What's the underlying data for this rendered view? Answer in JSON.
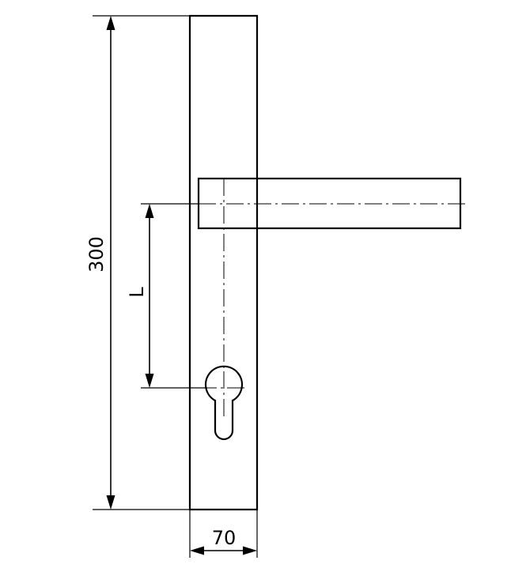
{
  "dimensions": {
    "height": "300",
    "width": "70",
    "offset": "L"
  }
}
